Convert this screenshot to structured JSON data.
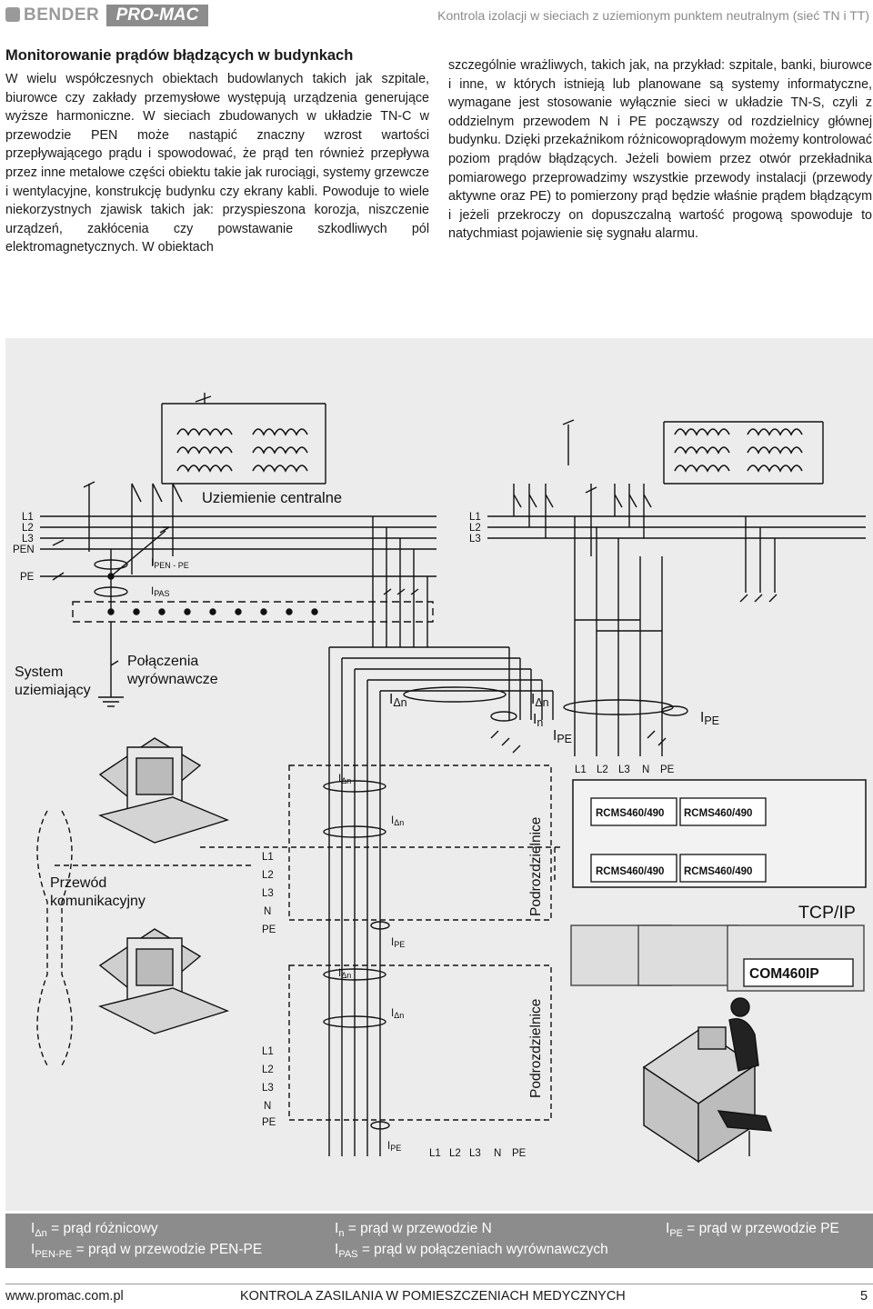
{
  "header": {
    "logo_bender": "BENDER",
    "logo_promac": "PRO-MAC",
    "title": "Kontrola izolacji w sieciach z uziemionym punktem neutralnym (sieć TN i TT)"
  },
  "article": {
    "title": "Monitorowanie prądów błądzących w budynkach",
    "left_text": "W wielu współczesnych obiektach budowlanych takich jak szpitale, biurowce czy zakłady przemysłowe występują urządzenia generujące wyższe harmoniczne. W sieciach zbudowanych w układzie TN-C w przewodzie PEN może nastąpić znaczny wzrost wartości przepływającego prądu i spowodować, że prąd ten również przepływa przez inne metalowe części obiektu takie jak rurociągi, systemy grzewcze i wentylacyjne, konstrukcję budynku czy ekrany kabli. Powoduje to wiele niekorzystnych zjawisk takich jak: przyspieszona korozja, niszczenie urządzeń, zakłócenia czy powstawanie szkodliwych pól elektromagnetycznych. W obiektach",
    "right_text": "szczególnie wrażliwych, takich jak, na przykład: szpitale, banki, biurowce i inne, w których istnieją lub planowane są systemy informatyczne, wymagane jest stosowanie wyłącznie sieci w układzie TN-S, czyli z oddzielnym przewodem N i PE począwszy od rozdzielnicy głównej budynku. Dzięki przekaźnikom różnicowoprądowym możemy kontrolować poziom prądów błądzących. Jeżeli bowiem przez otwór przekładnika pomiarowego przeprowadzimy wszystkie przewody instalacji (przewody aktywne oraz PE) to pomierzony prąd będzie właśnie prądem błądzącym i jeżeli przekroczy on dopuszczalną wartość progową spowoduje to natychmiast pojawienie się sygnału alarmu."
  },
  "diagram": {
    "uziemienie": "Uziemienie centralne",
    "left_bus": [
      "L1",
      "L2",
      "L3",
      "PEN"
    ],
    "pe": "PE",
    "right_bus": [
      "L1",
      "L2",
      "L3"
    ],
    "ipen_pe": "I",
    "ipen_pe_sub": "PEN - PE",
    "ipas": "I",
    "ipas_sub": "PAS",
    "system_line1": "System",
    "system_line2": "uziemiający",
    "polaczenia_line1": "Połączenia",
    "polaczenia_line2": "wyrównawcze",
    "przewod_line1": "Przewód",
    "przewod_line2": "komunikacyjny",
    "idn": "I",
    "idn_sub": "Δn",
    "in": "I",
    "in_sub": "n",
    "ipe": "I",
    "ipe_sub": "PE",
    "bottom_bus_1": [
      "L1",
      "L2",
      "L3",
      "N",
      "PE"
    ],
    "bottom_bus_2": [
      "L1",
      "L2",
      "L3",
      "N",
      "PE"
    ],
    "bottom_labels": [
      "L1",
      "L2",
      "L3",
      "N",
      "PE"
    ],
    "right_labels": [
      "L1",
      "L2",
      "L3",
      "N",
      "PE"
    ],
    "podrozdzielnice": "Podrozdzielnice",
    "rcms": [
      "RCMS460/490",
      "RCMS460/490",
      "RCMS460/490",
      "RCMS460/490"
    ],
    "tcpip": "TCP/IP",
    "com": "COM460IP"
  },
  "legend": {
    "idn_sym": "I",
    "idn_sub": "Δn",
    "idn_text": " = prąd różnicowy",
    "in_sym": "I",
    "in_sub": "n",
    "in_text": " = prąd w przewodzie N",
    "ipe_sym": "I",
    "ipe_sub": "PE",
    "ipe_text": " = prąd w przewodzie PE",
    "ipen_sym": "I",
    "ipen_sub": "PEN-PE",
    "ipen_text": " = prąd w przewodzie PEN-PE",
    "ipas_sym": "I",
    "ipas_sub": "PAS",
    "ipas_text": " = prąd w połączeniach wyrównawczych"
  },
  "footer": {
    "url": "www.promac.com.pl",
    "title": "KONTROLA ZASILANIA W POMIESZCZENIACH MEDYCZNYCH",
    "page": "5"
  }
}
